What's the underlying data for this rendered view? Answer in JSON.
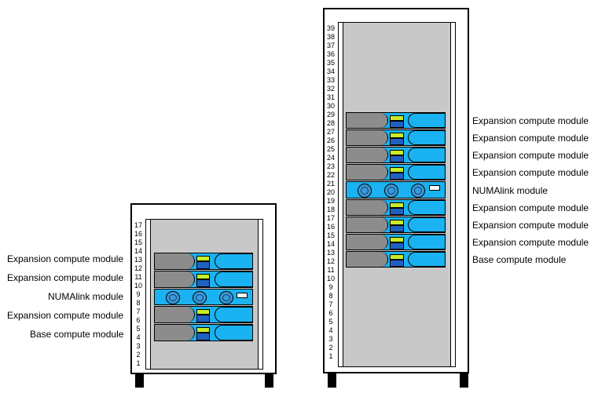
{
  "small_rack": {
    "unit_numbers": [
      "17",
      "16",
      "15",
      "14",
      "13",
      "12",
      "11",
      "10",
      "9",
      "8",
      "7",
      "6",
      "5",
      "4",
      "3",
      "2",
      "1"
    ],
    "labels": [
      "Expansion compute module",
      "Expansion compute module",
      "NUMAlink module",
      "Expansion compute module",
      "Base compute module"
    ]
  },
  "tall_rack": {
    "unit_numbers": [
      "39",
      "38",
      "37",
      "36",
      "35",
      "34",
      "33",
      "32",
      "31",
      "30",
      "29",
      "28",
      "27",
      "26",
      "25",
      "24",
      "23",
      "22",
      "21",
      "20",
      "19",
      "18",
      "17",
      "16",
      "15",
      "14",
      "13",
      "12",
      "11",
      "10",
      "9",
      "8",
      "7",
      "6",
      "5",
      "4",
      "3",
      "2",
      "1"
    ],
    "labels": [
      "Expansion compute module",
      "Expansion compute module",
      "Expansion compute module",
      "Expansion compute module",
      "NUMAlink module",
      "Expansion compute module",
      "Expansion compute module",
      "Expansion compute module",
      "Base compute module"
    ]
  },
  "colors": {
    "module_blue": "#1ab2f0",
    "module_grey": "#8c8c8c",
    "lcd_green": "#c8ec28",
    "rack_interior": "#c8c8c8"
  }
}
